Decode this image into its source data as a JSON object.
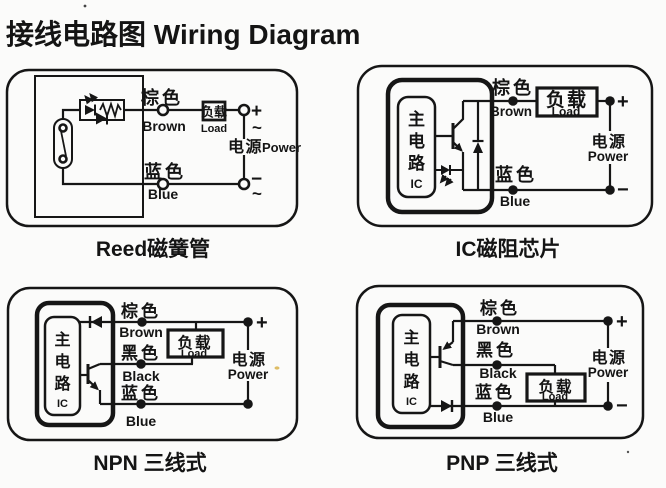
{
  "title": "接线电路图 Wiring Diagram",
  "reed": {
    "caption": "Reed磁簧管",
    "brown_cn": "棕色",
    "brown_en": "Brown",
    "blue_cn": "蓝色",
    "blue_en": "Blue",
    "load_cn": "负载",
    "load_en": "Load",
    "power_cn": "电源",
    "power_en": "Power",
    "plus": "+",
    "minus": "−",
    "tilde_top": "~",
    "tilde_bottom": "~"
  },
  "ic": {
    "caption": "IC磁阻芯片",
    "module": [
      "主",
      "电",
      "路",
      "IC"
    ],
    "brown_cn": "棕色",
    "brown_en": "Brown",
    "blue_cn": "蓝色",
    "blue_en": "Blue",
    "load_cn": "负载",
    "load_en": "Load",
    "power_cn": "电源",
    "power_en": "Power",
    "plus": "+",
    "minus": "−"
  },
  "npn": {
    "caption": "NPN 三线式",
    "module": [
      "主",
      "电",
      "路",
      "IC"
    ],
    "brown_cn": "棕色",
    "brown_en": "Brown",
    "black_cn": "黑色",
    "black_en": "Black",
    "blue_cn": "蓝色",
    "blue_en": "Blue",
    "load_cn": "负载",
    "load_en": "Load",
    "power_cn": "电源",
    "power_en": "Power",
    "plus": "+"
  },
  "pnp": {
    "caption": "PNP 三线式",
    "module": [
      "主",
      "电",
      "路",
      "IC"
    ],
    "brown_cn": "棕色",
    "brown_en": "Brown",
    "black_cn": "黑色",
    "black_en": "Black",
    "blue_cn": "蓝色",
    "blue_en": "Blue",
    "load_cn": "负载",
    "load_en": "Load",
    "power_cn": "电源",
    "power_en": "Power",
    "plus": "+",
    "minus": "−"
  }
}
